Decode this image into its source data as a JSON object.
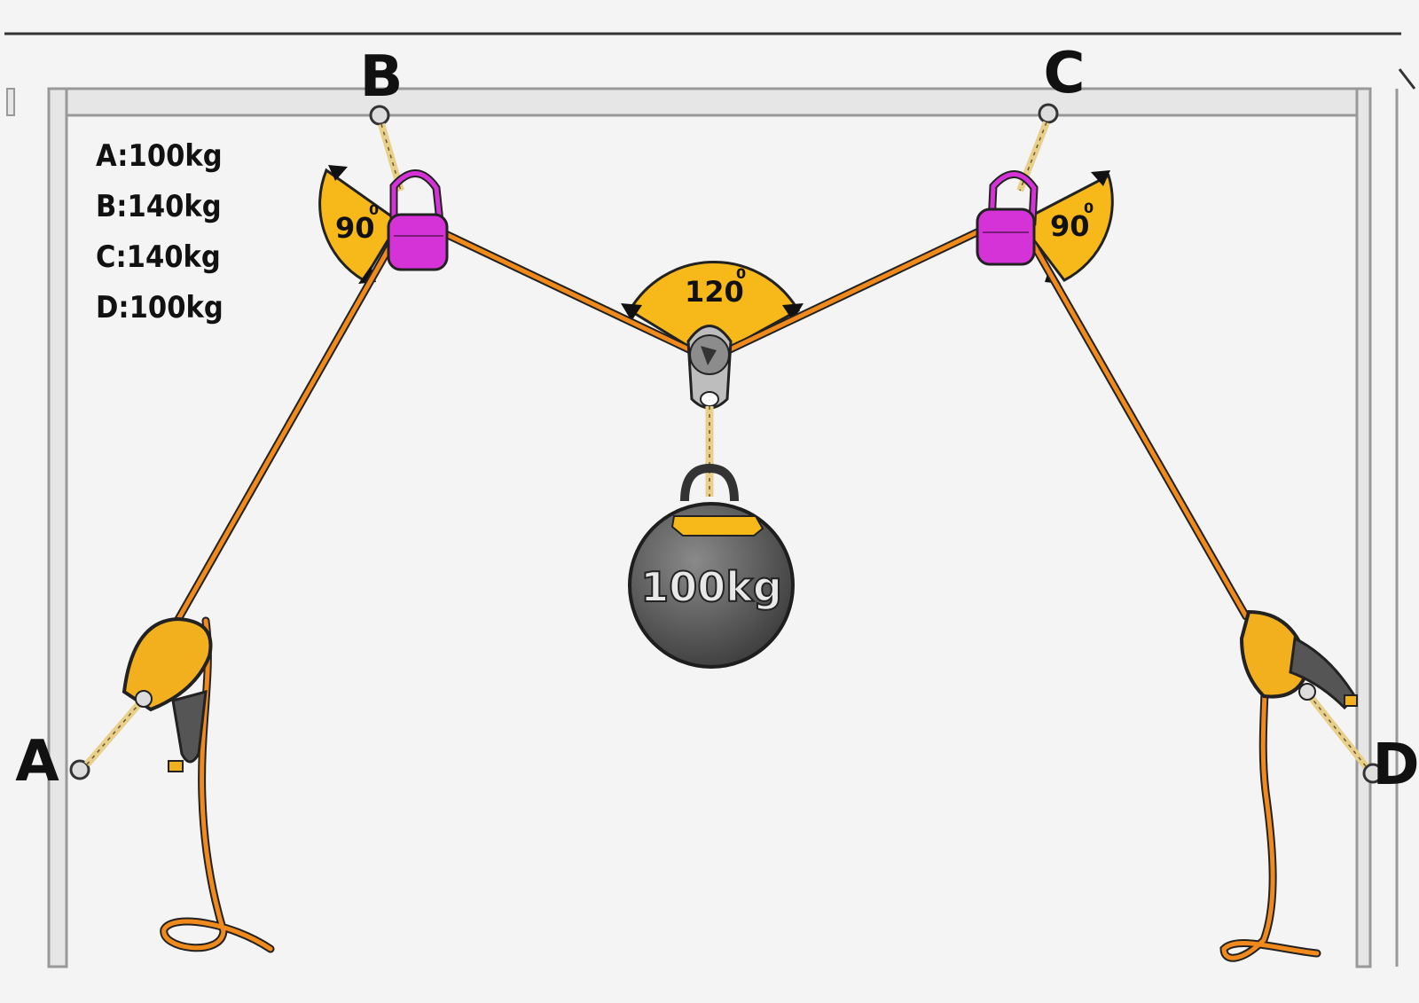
{
  "anchors": {
    "a": "A",
    "b": "B",
    "c": "C",
    "d": "D"
  },
  "legend": [
    "A:100kg",
    "B:140kg",
    "C:140kg",
    "D:100kg"
  ],
  "angles": {
    "left": "90",
    "center": "120",
    "right": "90",
    "degree_symbol": "0"
  },
  "weight": {
    "label": "100kg"
  },
  "colors": {
    "rope": "#f08a1c",
    "angle_fill": "#f7b81a",
    "carabiner": "#d533d8",
    "device": "#f2b01e",
    "weight_body": "#6d6d6d",
    "frame": "#cfcfcf"
  }
}
